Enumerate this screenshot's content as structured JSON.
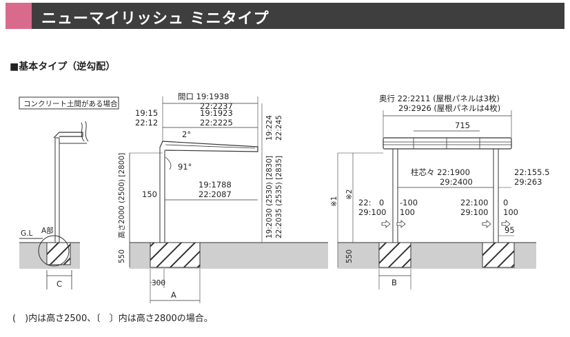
{
  "title": "ニューマイリッシュ ミニタイプ",
  "section_heading": "■基本タイプ（逆勾配）",
  "footnote": "(　)内は高さ2500、〔　〕内は高さ2800の場合。",
  "left_diagram": {
    "note_box": "コンクリート土間がある場合",
    "gl": "G.L",
    "part_a": "A部",
    "dim_c": "C",
    "dim_550": "550",
    "height_vertical": "高さ2000 (2500) [2800]",
    "dim_300": "300",
    "dim_a": "A"
  },
  "middle_diagram": {
    "maguchi_1": "間口 19:1938",
    "maguchi_2": "22:2237",
    "inner_1": "19:1923",
    "inner_2": "22:2225",
    "offset_1": "19:15",
    "offset_2": "22:12",
    "slope": "2°",
    "angle": "91°",
    "right_vert_1": "19:224",
    "right_vert_2": "22:245",
    "post_1": "19:1788",
    "post_2": "22:2087",
    "dim_150": "150",
    "height_vert_1": "19:2030 (2530) [2830]",
    "height_vert_2": "22:2035 (2535) [2835]"
  },
  "right_diagram": {
    "depth_1": "奥行 22:2211 (屋根パネルは3枚)",
    "depth_2": "29:2926 (屋根パネルは4枚)",
    "dim_715": "715",
    "center_1": "柱芯々 22:1900",
    "center_2": "29:2400",
    "side_1": "22:155.5",
    "side_2": "29:263",
    "note_1": "※1",
    "note_2": "※2",
    "left_offset_1": "22:　0",
    "left_offset_1b": "-100",
    "left_offset_2": "29:100",
    "left_offset_2b": "100",
    "right_offset_1": "22:100",
    "right_offset_1b": "0",
    "right_offset_2": "29:100",
    "right_offset_2b": "100",
    "dim_95": "95",
    "dim_550": "550",
    "dim_b": "B"
  },
  "colors": {
    "title_bg": "#3e3e3e",
    "title_accent": "#d96a8c",
    "ground": "#cfcfcf"
  }
}
